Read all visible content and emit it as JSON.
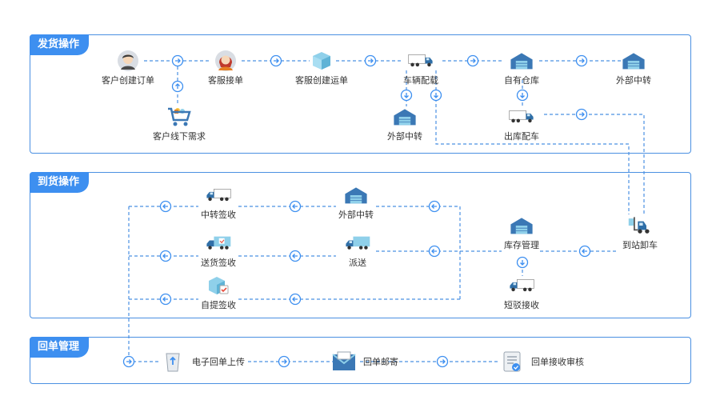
{
  "sections": {
    "shipping": "发货操作",
    "arrival": "到货操作",
    "receipt": "回单管理"
  },
  "nodes": {
    "customer_order": "客户创建订单",
    "cs_receive": "客服接单",
    "cs_waybill": "客服创建运单",
    "vehicle_load": "车辆配载",
    "own_warehouse": "自有仓库",
    "external_transfer_top": "外部中转",
    "offline_demand": "客户线下需求",
    "external_transfer_mid": "外部中转",
    "outbound_load": "出库配车",
    "transfer_sign": "中转签收",
    "external_transfer_arrival": "外部中转",
    "delivery_sign": "送货签收",
    "dispatch": "派送",
    "inventory_mgmt": "库存管理",
    "station_unload": "到站卸车",
    "self_pickup_sign": "自提签收",
    "short_haul_receive": "短驳接收",
    "e_receipt_upload": "电子回单上传",
    "receipt_mail": "回单邮寄",
    "receipt_review": "回单接收审核"
  },
  "colors": {
    "accent": "#3d8ff0",
    "border": "#4a90e2",
    "connector": "#4a90e2",
    "truck_cargo": "#8fd0ea",
    "truck_cab": "#2f6fa8",
    "warehouse": "#3b78b5"
  }
}
